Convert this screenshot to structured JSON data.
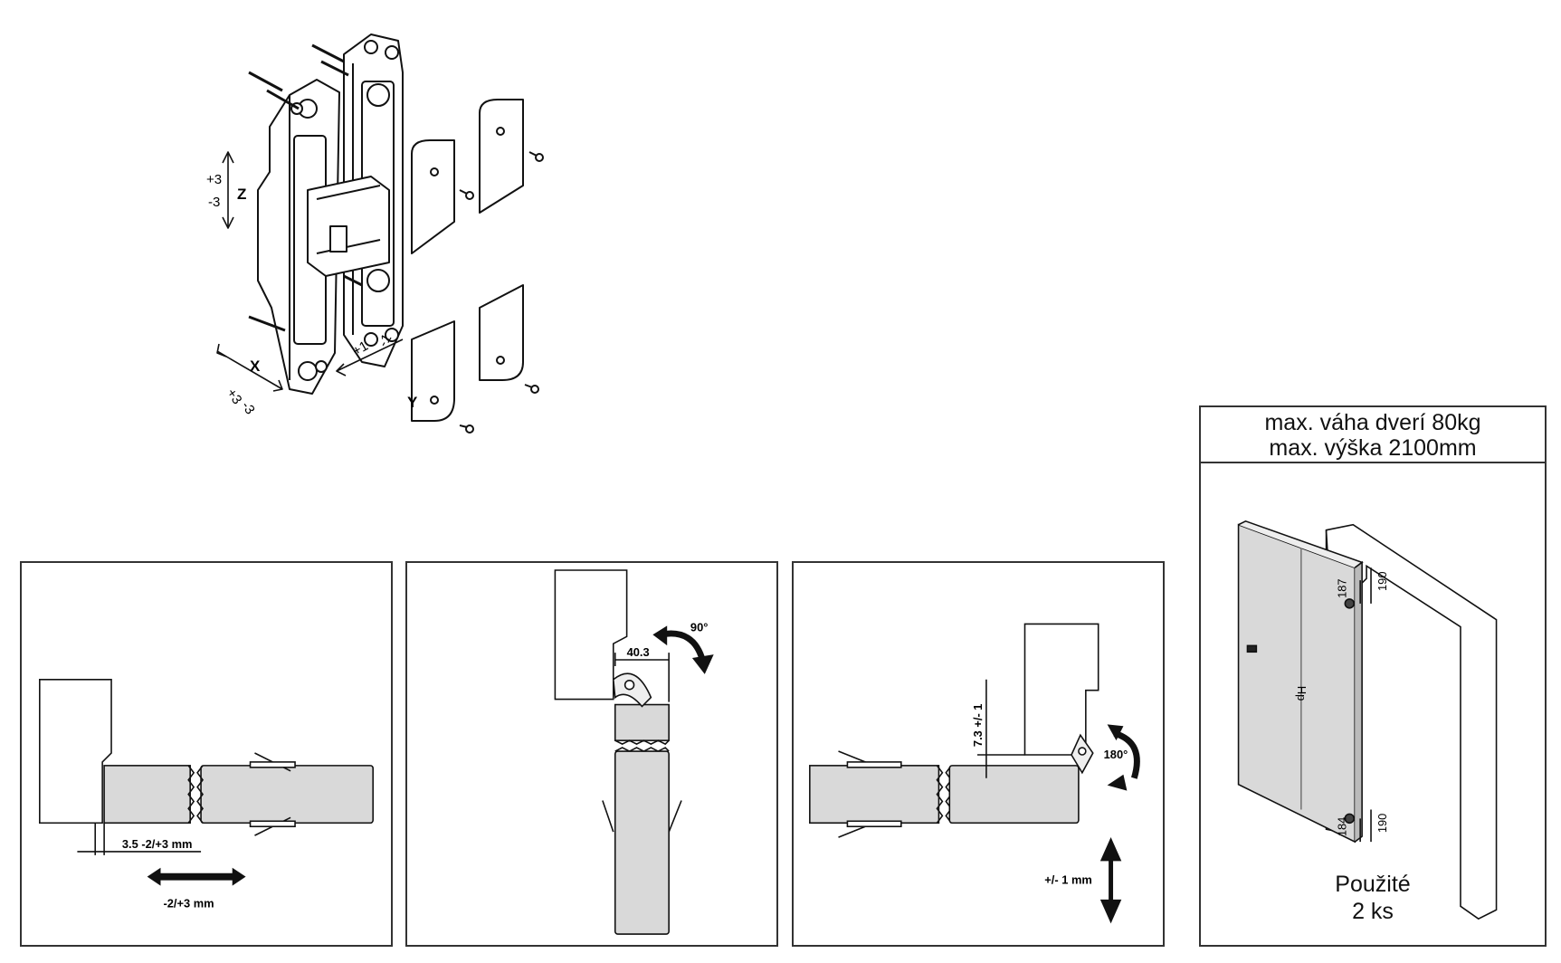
{
  "hinge": {
    "axis_z": "Z",
    "axis_z_plus": "+3",
    "axis_z_minus": "-3",
    "axis_x": "X",
    "axis_x_plus": "+3",
    "axis_x_minus": "-3",
    "axis_y": "Y",
    "axis_y_plus": "+1",
    "axis_y_minus": "-1"
  },
  "panel1": {
    "gap_label": "3.5  -2/+3 mm",
    "adjust_label": "-2/+3 mm"
  },
  "panel2": {
    "dimension": "40.3",
    "angle": "90°"
  },
  "panel3": {
    "dimension": "7.3 +/- 1",
    "angle": "180°",
    "adjust_label": "+/- 1 mm"
  },
  "info": {
    "max_weight": "max. váha dverí 80kg",
    "max_height": "max. výška 2100mm",
    "dim_top_door": "187",
    "dim_top_frame": "190",
    "dim_bottom_door": "184",
    "dim_bottom_frame": "190",
    "door_label": "Hp",
    "usage_label": "Použité",
    "count_label": "2 ks"
  }
}
